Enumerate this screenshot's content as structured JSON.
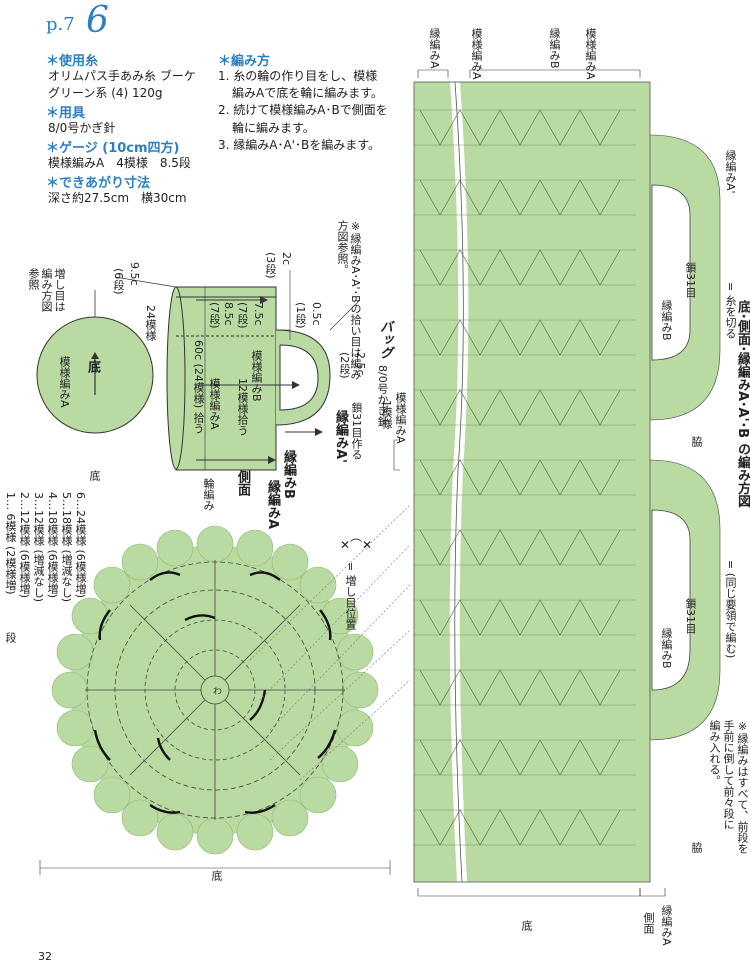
{
  "header": {
    "page_ref": "p.7",
    "pattern_no": "6"
  },
  "materials": {
    "yarn_head": "＊使用糸",
    "yarn_1": "オリムパス手あみ糸 ブーケ",
    "yarn_2": "グリーン系 (4) 120g",
    "tools_head": "＊用具",
    "tools": "8/0号かぎ針",
    "gauge_head": "＊ゲージ (10cm四方)",
    "gauge": "模様編みA　4模様　8.5段",
    "size_head": "＊できあがり寸法",
    "size": "深さ約27.5cm　横30cm"
  },
  "method": {
    "head": "＊編み方",
    "step1a": "1. 糸の輪の作り目をし、模様",
    "step1b": "編みAで底を輪に編みます。",
    "step2a": "2. 続けて模様編みA･Bで側面を",
    "step2b": "輪に編みます。",
    "step3": "3. 縁編みA･A'･Bを編みます。"
  },
  "schematic": {
    "note": "※縁編みA･A'･Bの拾い目は編み方図参照。",
    "bottom_label": "底",
    "bottom_pattern": "模様編みA",
    "increase_note": "増し目は編み方図参照",
    "dim_9_5": "9.5c",
    "dim_6dan": "(6段)",
    "dim_24": "24模様",
    "dim_2c": "2c",
    "dim_3dan": "(3段)",
    "dim_7_5": "7.5c",
    "dim_7dan_a": "(7段)",
    "dim_8_5": "8.5c",
    "dim_7dan_b": "(7段)",
    "dim_60": "60c (24模様) 拾う",
    "dim_0_5": "0.5c",
    "dim_1dan": "(1段)",
    "dim_2_5": "2.5c",
    "dim_2dan": "(2段)",
    "pat_b": "模様編みB",
    "pat_b_pick": "12模様拾う",
    "pat_a": "模様編みA",
    "chain31": "鎖31目作る",
    "edge_a2": "縁編みA'",
    "edge_b": "縁編みB",
    "edge_a": "縁編みA",
    "side": "側面",
    "ring": "輪編み",
    "bag_title": "バッグ",
    "bag_hook": "8/0号かぎ針",
    "increase_pos": "= 増し目位置"
  },
  "bottom_table": {
    "label": "底",
    "rows": [
      "6…24模様 (6模様増)",
      "5…18模様 (増減なし)",
      "4…18模様 (6模様増)",
      "3…12模様 (増減なし)",
      "2…12模様 (6模様増)",
      "1… 6模様 (2模様増)"
    ],
    "dan": "段"
  },
  "diagram": {
    "title": "底･側面･縁編みA･A'･B の編み方図",
    "edge_label_a": "縁編みA",
    "edge_label_b": "縁編みB",
    "edge_a2_label": "縁編みA'",
    "chain31": "鎖31目",
    "edge_b_small": "縁編みB",
    "cut_yarn": "= 糸を切る",
    "pattern_1": "模様編みA",
    "pattern_1b": "1模様",
    "bottom": "底",
    "side": "側面",
    "edge_a_bottom": "縁編みA",
    "stitch_note": "= (同じ要領で編む)",
    "note_right_1": "※縁編みはすべて、前段を",
    "note_right_2": "手前に倒して前々段に",
    "note_right_3": "編み入れる。",
    "mark_side": "脇"
  },
  "footer": {
    "page_number": "32"
  },
  "colors": {
    "accent": "#2a7fc4",
    "green": "#b9dba2",
    "line": "#333333"
  }
}
